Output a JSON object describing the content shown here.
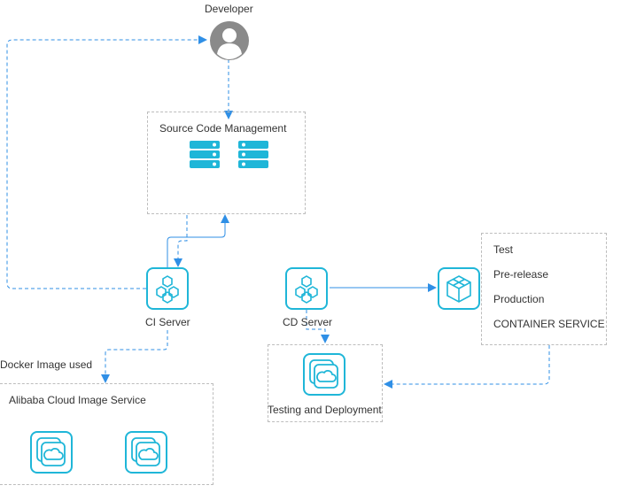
{
  "developer": {
    "label": "Developer",
    "icon": "user-avatar-icon"
  },
  "scm": {
    "title": "Source Code Management",
    "icon": "server-stack-icon"
  },
  "ci_server": {
    "label": "CI Server",
    "icon": "hexagon-cluster-icon"
  },
  "cd_server": {
    "label": "CD Server",
    "icon": "hexagon-cluster-icon"
  },
  "container_service": {
    "icon": "container-cube-icon",
    "items": [
      "Test",
      "Pre-release",
      "Production",
      "CONTAINER SERVICE"
    ]
  },
  "testing": {
    "label": "Testing and Deployment",
    "icon": "cloud-stack-icon"
  },
  "docker_edge_label": "Docker Image used",
  "image_service": {
    "title": "Alibaba Cloud Image Service",
    "icon": "cloud-stack-icon"
  },
  "colors": {
    "accent": "#1fb6d8",
    "arrow": "#2f8fe6",
    "border": "#bdbdbd"
  }
}
